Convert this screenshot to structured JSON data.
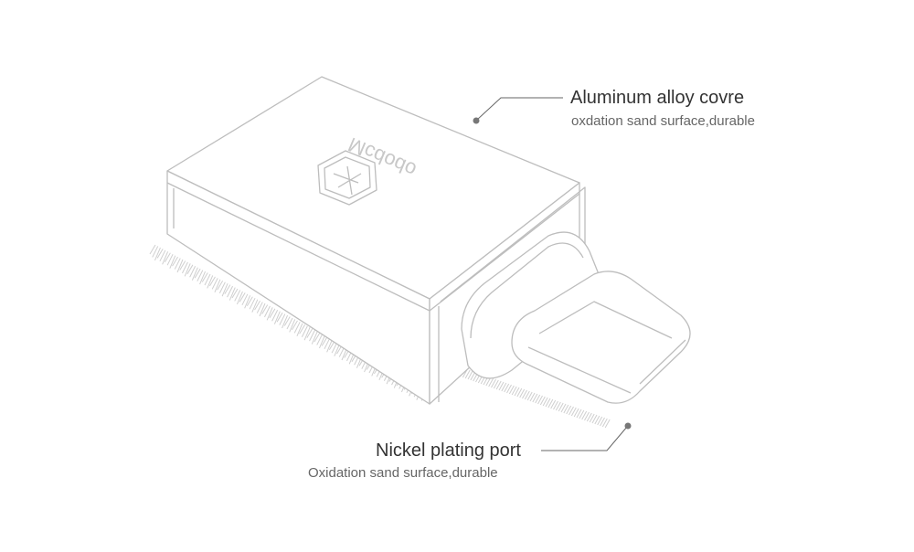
{
  "product": {
    "logo_text": "Mcdodo"
  },
  "callouts": [
    {
      "title": "Aluminum alloy covre",
      "subtitle": "oxdation sand surface,durable"
    },
    {
      "title": "Nickel plating port",
      "subtitle": "Oxidation sand surface,durable"
    }
  ],
  "colors": {
    "line": "#555555",
    "sketch": "#b8b8b8",
    "dot": "#777777"
  }
}
